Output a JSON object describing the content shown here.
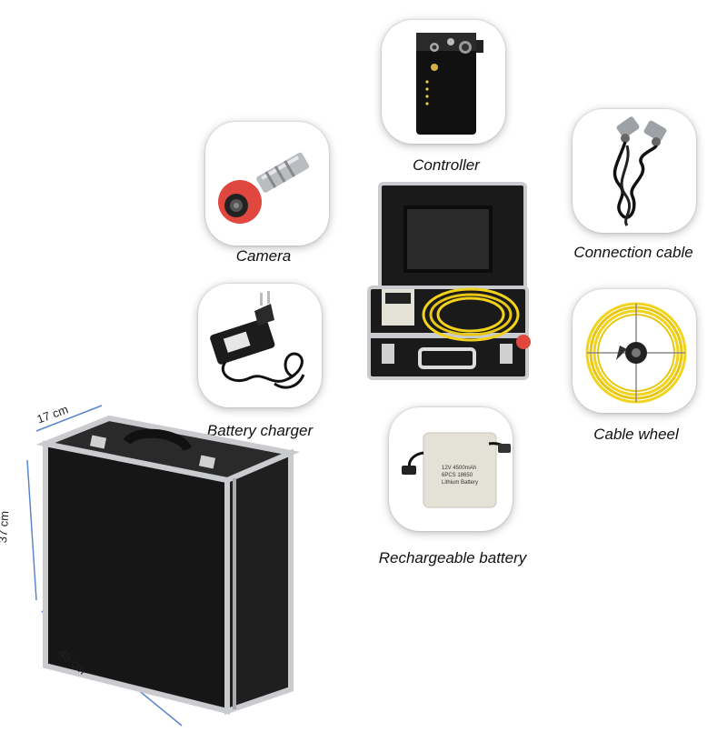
{
  "components": [
    {
      "id": "controller",
      "label": "Controller"
    },
    {
      "id": "camera",
      "label": "Camera"
    },
    {
      "id": "connection_cable",
      "label": "Connection cable"
    },
    {
      "id": "battery_charger",
      "label": "Battery charger"
    },
    {
      "id": "cable_wheel",
      "label": "Cable wheel"
    },
    {
      "id": "rechargeable_battery",
      "label": "Rechargeable battery"
    }
  ],
  "battery_text": {
    "line1": "12V 4500mAh",
    "line2": "6PCS 18650",
    "line3": "Lithium Battery"
  },
  "case_dimensions": {
    "width": "17 cm",
    "height": "37 cm",
    "length": "45 cm"
  },
  "colors": {
    "camera_head": "#e0473f",
    "cable_yellow": "#f2d21a",
    "case_black": "#161616",
    "case_trim": "#c9cbce",
    "dimension_line": "#5b86c9"
  }
}
